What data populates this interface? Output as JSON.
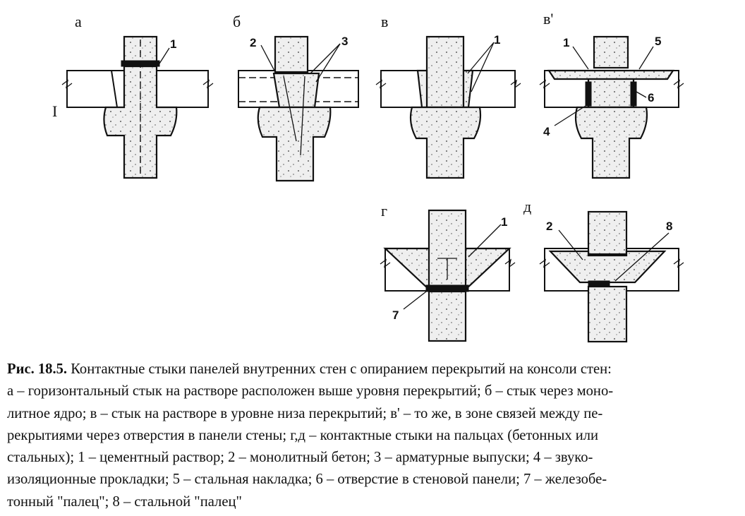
{
  "diagram": {
    "panel_labels": {
      "a": "а",
      "b": "б",
      "v": "в",
      "v_prime": "в'",
      "g": "г",
      "d": "д"
    },
    "slab_mark": "I",
    "callouts": {
      "a": [
        "1"
      ],
      "b": [
        "2",
        "3"
      ],
      "v": [
        "1"
      ],
      "v_prime": [
        "1",
        "5",
        "6",
        "4"
      ],
      "g": [
        "1",
        "7"
      ],
      "d": [
        "2",
        "8"
      ]
    }
  },
  "caption": {
    "figure_label": "Рис. 18.5.",
    "lines": [
      " Контактные стыки панелей внутренних стен с опиранием перекрытий на консоли стен:",
      "а – горизонтальный стык на растворе расположен выше уровня перекрытий; б – стык через моно-",
      "литное ядро; в – стык на растворе в уровне низа перекрытий; в' – то же, в зоне связей между пе-",
      "рекрытиями через отверстия в панели стены; г,д – контактные стыки на пальцах (бетонных или",
      "стальных); 1 – цементный раствор; 2 – монолитный бетон; 3 – арматурные выпуски; 4 – звуко-",
      "изоляционные прокладки; 5 – стальная накладка; 6 – отверстие в стеновой панели; 7 – железобе-",
      "тонный \"палец\"; 8 – стальной \"палец\""
    ]
  }
}
